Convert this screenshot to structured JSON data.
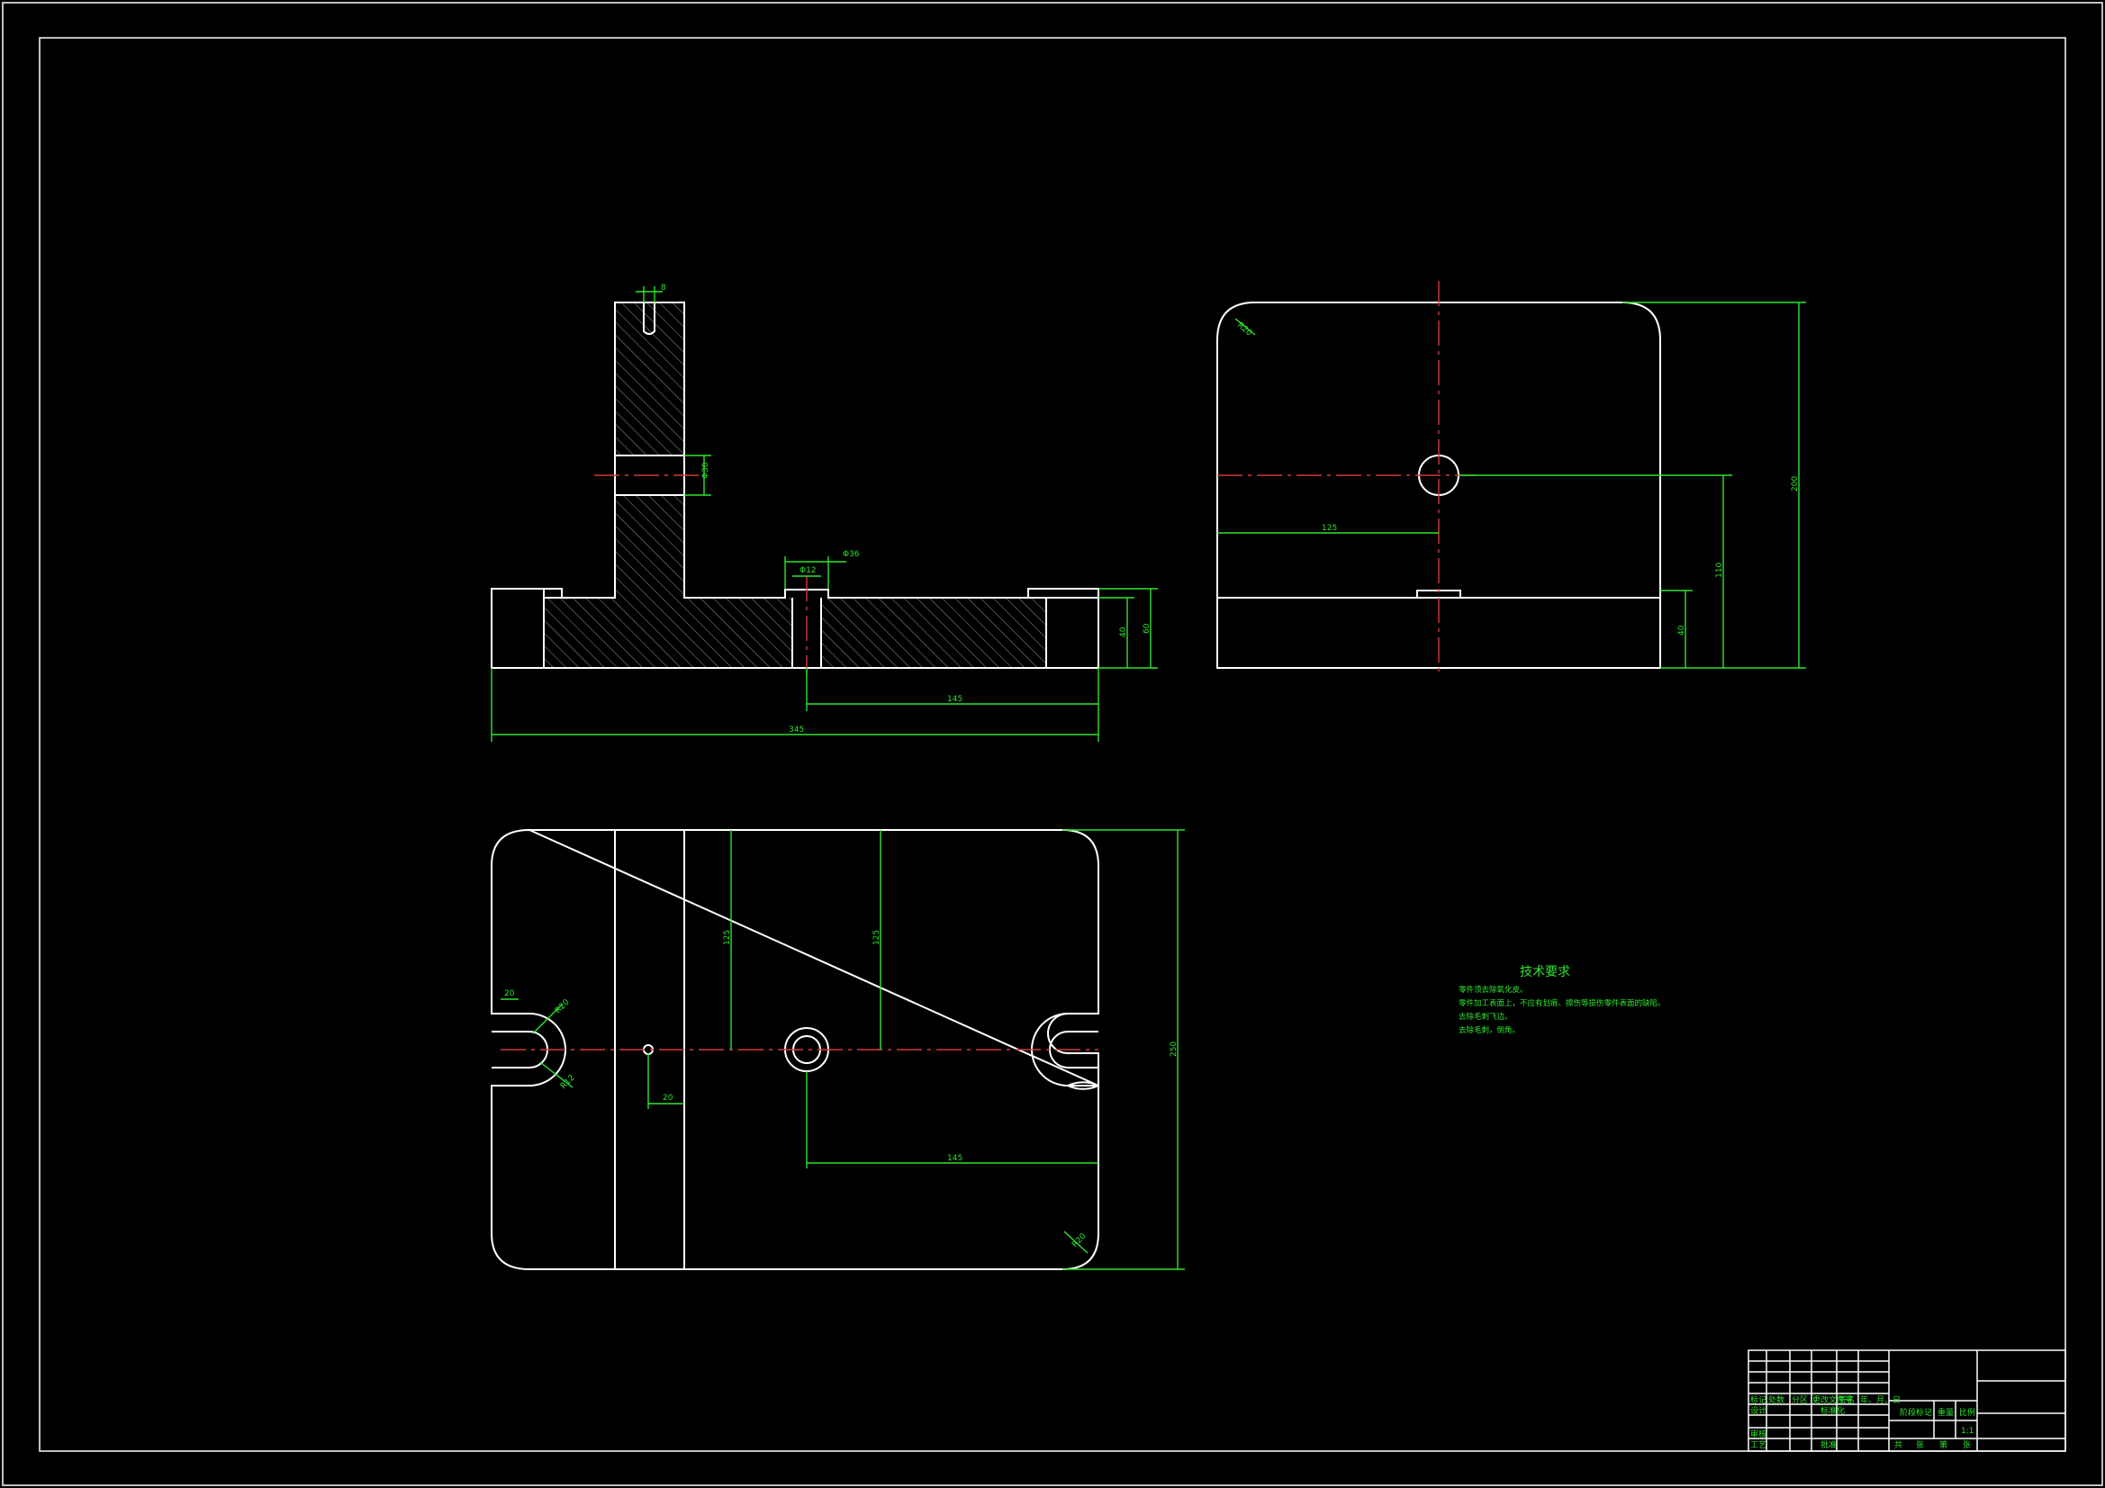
{
  "colors": {
    "background": "#000000",
    "outline": "#ffffff",
    "dimension": "#2ee52e",
    "centerline": "#d23a3a"
  },
  "front_view": {
    "dims": {
      "slot_width": "8",
      "hole_dia": "Φ30",
      "hole_bottom": "Φ12",
      "counterbore": "Φ36",
      "height_small": "40",
      "height_total": "60",
      "from_hole": "145",
      "overall_length": "345"
    }
  },
  "side_view": {
    "dims": {
      "corner_radius": "R20",
      "hole_offset": "125",
      "hole_height": "110",
      "base_height": "40",
      "total_height": "200"
    }
  },
  "top_view": {
    "dims": {
      "slot_width": "20",
      "slot_r_outer": "R20",
      "slot_r_inner": "R12",
      "pin_offset": "20",
      "depth_left": "125",
      "depth_right": "125",
      "width_total": "250",
      "hole_to_edge": "145",
      "corner_radius": "R20"
    }
  },
  "technical_requirements": {
    "title": "技术要求",
    "lines": [
      "零件须去除氧化皮。",
      "零件加工表面上，不应有划痕、擦伤等损伤零件表面的缺陷。",
      "去除毛刺飞边。",
      "去除毛刺，倒角。"
    ]
  },
  "title_block": {
    "row_labels": [
      "标记",
      "处数",
      "分区",
      "更改文件号",
      "签名",
      "年、月、日"
    ],
    "design": "设计",
    "standardization": "标准化",
    "review": "审核",
    "process": "工艺",
    "approve": "批准",
    "stage_mark": "阶段标记",
    "weight": "重量",
    "scale": "比例",
    "scale_value": "1:1",
    "sheet_total": "共",
    "sheet_unit": "张",
    "sheet_num": "第",
    "sheet_unit2": "张"
  }
}
